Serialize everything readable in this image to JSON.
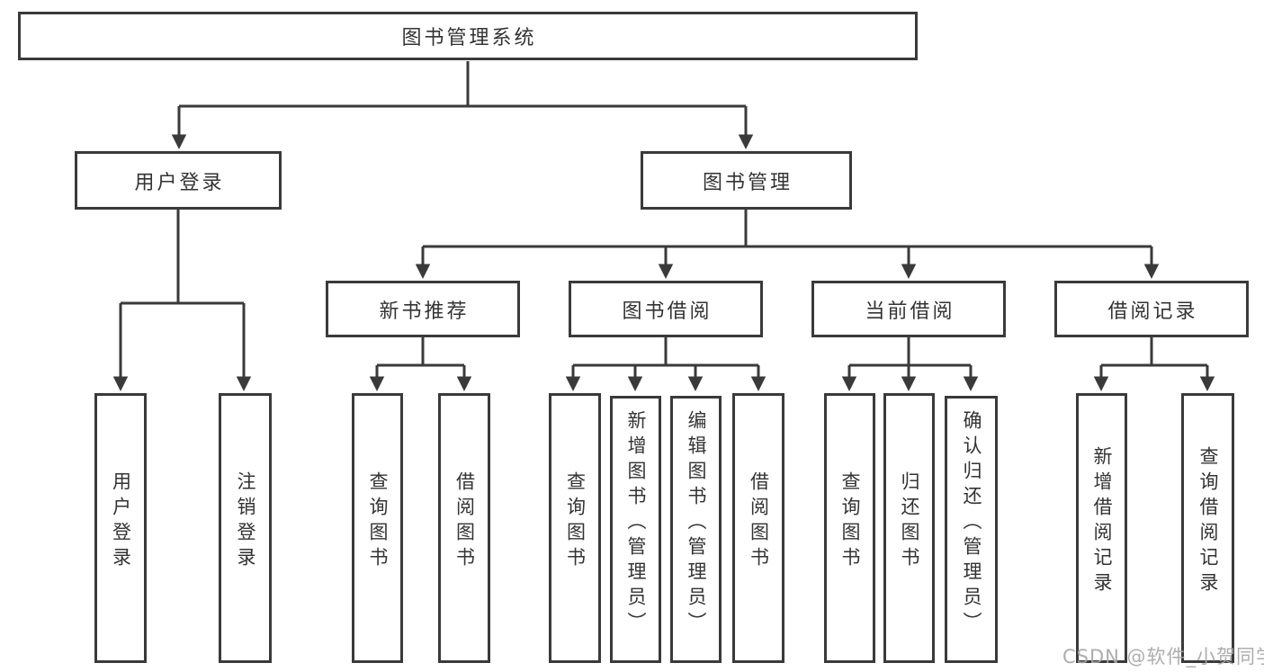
{
  "diagram_title": "图书管理系统",
  "nodes": {
    "root": "图书管理系统",
    "user_login": "用户登录",
    "book_management": "图书管理",
    "new_book_recommend": "新书推荐",
    "book_borrow": "图书借阅",
    "current_borrow": "当前借阅",
    "borrow_records": "借阅记录",
    "leaf_user_login": "用户登录",
    "leaf_logout": "注销登录",
    "leaf_nbr_query_books": "查询图书",
    "leaf_nbr_borrow_books": "借阅图书",
    "leaf_bb_query_books": "查询图书",
    "leaf_bb_add_books": "新增图书（管理员）",
    "leaf_bb_edit_books": "编辑图书（管理员）",
    "leaf_bb_borrow_books": "借阅图书",
    "leaf_cb_query_books": "查询图书",
    "leaf_cb_return_books": "归还图书",
    "leaf_cb_confirm_return": "确认归还（管理员）",
    "leaf_br_add_record": "新增借阅记录",
    "leaf_br_query_record": "查询借阅记录"
  },
  "tree": {
    "root": "图书管理系统",
    "children": [
      {
        "label": "用户登录",
        "children": [
          "用户登录",
          "注销登录"
        ]
      },
      {
        "label": "图书管理",
        "children": [
          {
            "label": "新书推荐",
            "children": [
              "查询图书",
              "借阅图书"
            ]
          },
          {
            "label": "图书借阅",
            "children": [
              "查询图书",
              "新增图书（管理员）",
              "编辑图书（管理员）",
              "借阅图书"
            ]
          },
          {
            "label": "当前借阅",
            "children": [
              "查询图书",
              "归还图书",
              "确认归还（管理员）"
            ]
          },
          {
            "label": "借阅记录",
            "children": [
              "新增借阅记录",
              "查询借阅记录"
            ]
          }
        ]
      }
    ]
  },
  "watermark": "CSDN @软件_小贺同学",
  "colors": {
    "line": "#3a3a3a",
    "text": "#333333",
    "background": "#ffffff",
    "watermark": "#a6a6a6"
  }
}
